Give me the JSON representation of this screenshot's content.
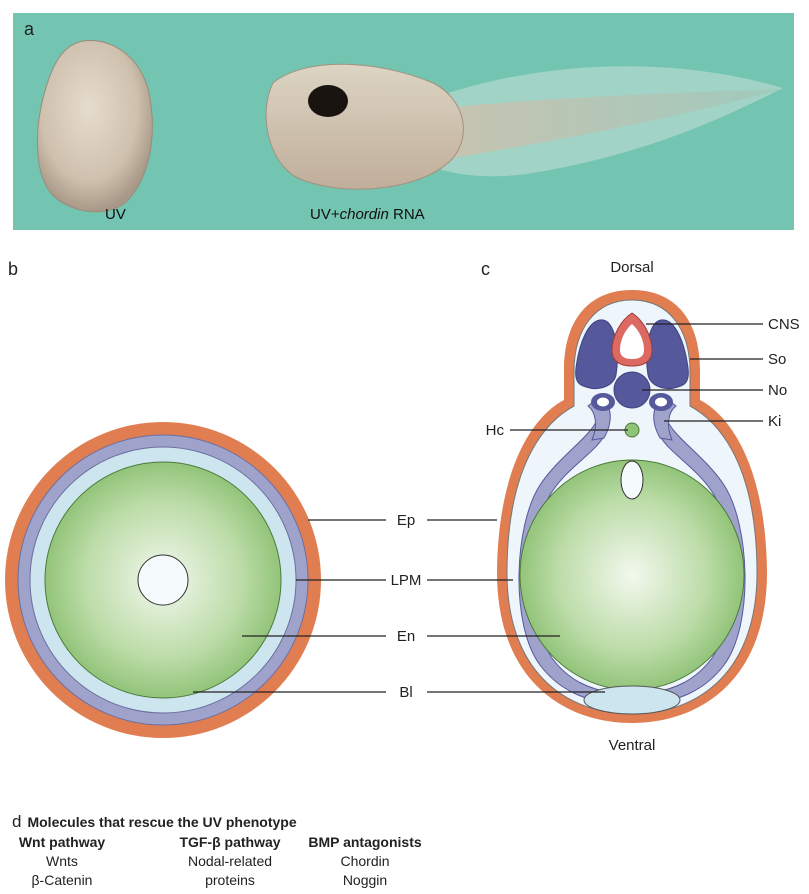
{
  "panel_a": {
    "label": "a",
    "left_caption": "UV",
    "right_caption_prefix": "UV+",
    "right_caption_italic": "chordin",
    "right_caption_suffix": " RNA"
  },
  "panel_b": {
    "label": "b"
  },
  "panel_c": {
    "label": "c",
    "dorsal": "Dorsal",
    "ventral": "Ventral"
  },
  "labels": {
    "ep": "Ep",
    "lpm": "LPM",
    "en": "En",
    "bl": "Bl",
    "cns": "CNS",
    "so": "So",
    "no": "No",
    "ki": "Ki",
    "hc": "Hc"
  },
  "panel_d": {
    "label": "d",
    "title": "Molecules that rescue the UV phenotype",
    "columns": [
      {
        "header": "Wnt pathway",
        "items": [
          "Wnts",
          "β-Catenin"
        ]
      },
      {
        "header": "TGF-β pathway",
        "items": [
          "Nodal-related",
          "proteins"
        ]
      },
      {
        "header": "BMP antagonists",
        "items": [
          "Chordin",
          "Noggin"
        ]
      }
    ]
  },
  "colors": {
    "background_a": "#74c4b2",
    "epidermis": "#e07e52",
    "lateral_plate_mesoderm": "#9fa2ca",
    "blastocoel_ring": "#cde5ef",
    "endoderm": "#8fc478",
    "somite": "#55599c",
    "cns": "#dd6a62"
  }
}
